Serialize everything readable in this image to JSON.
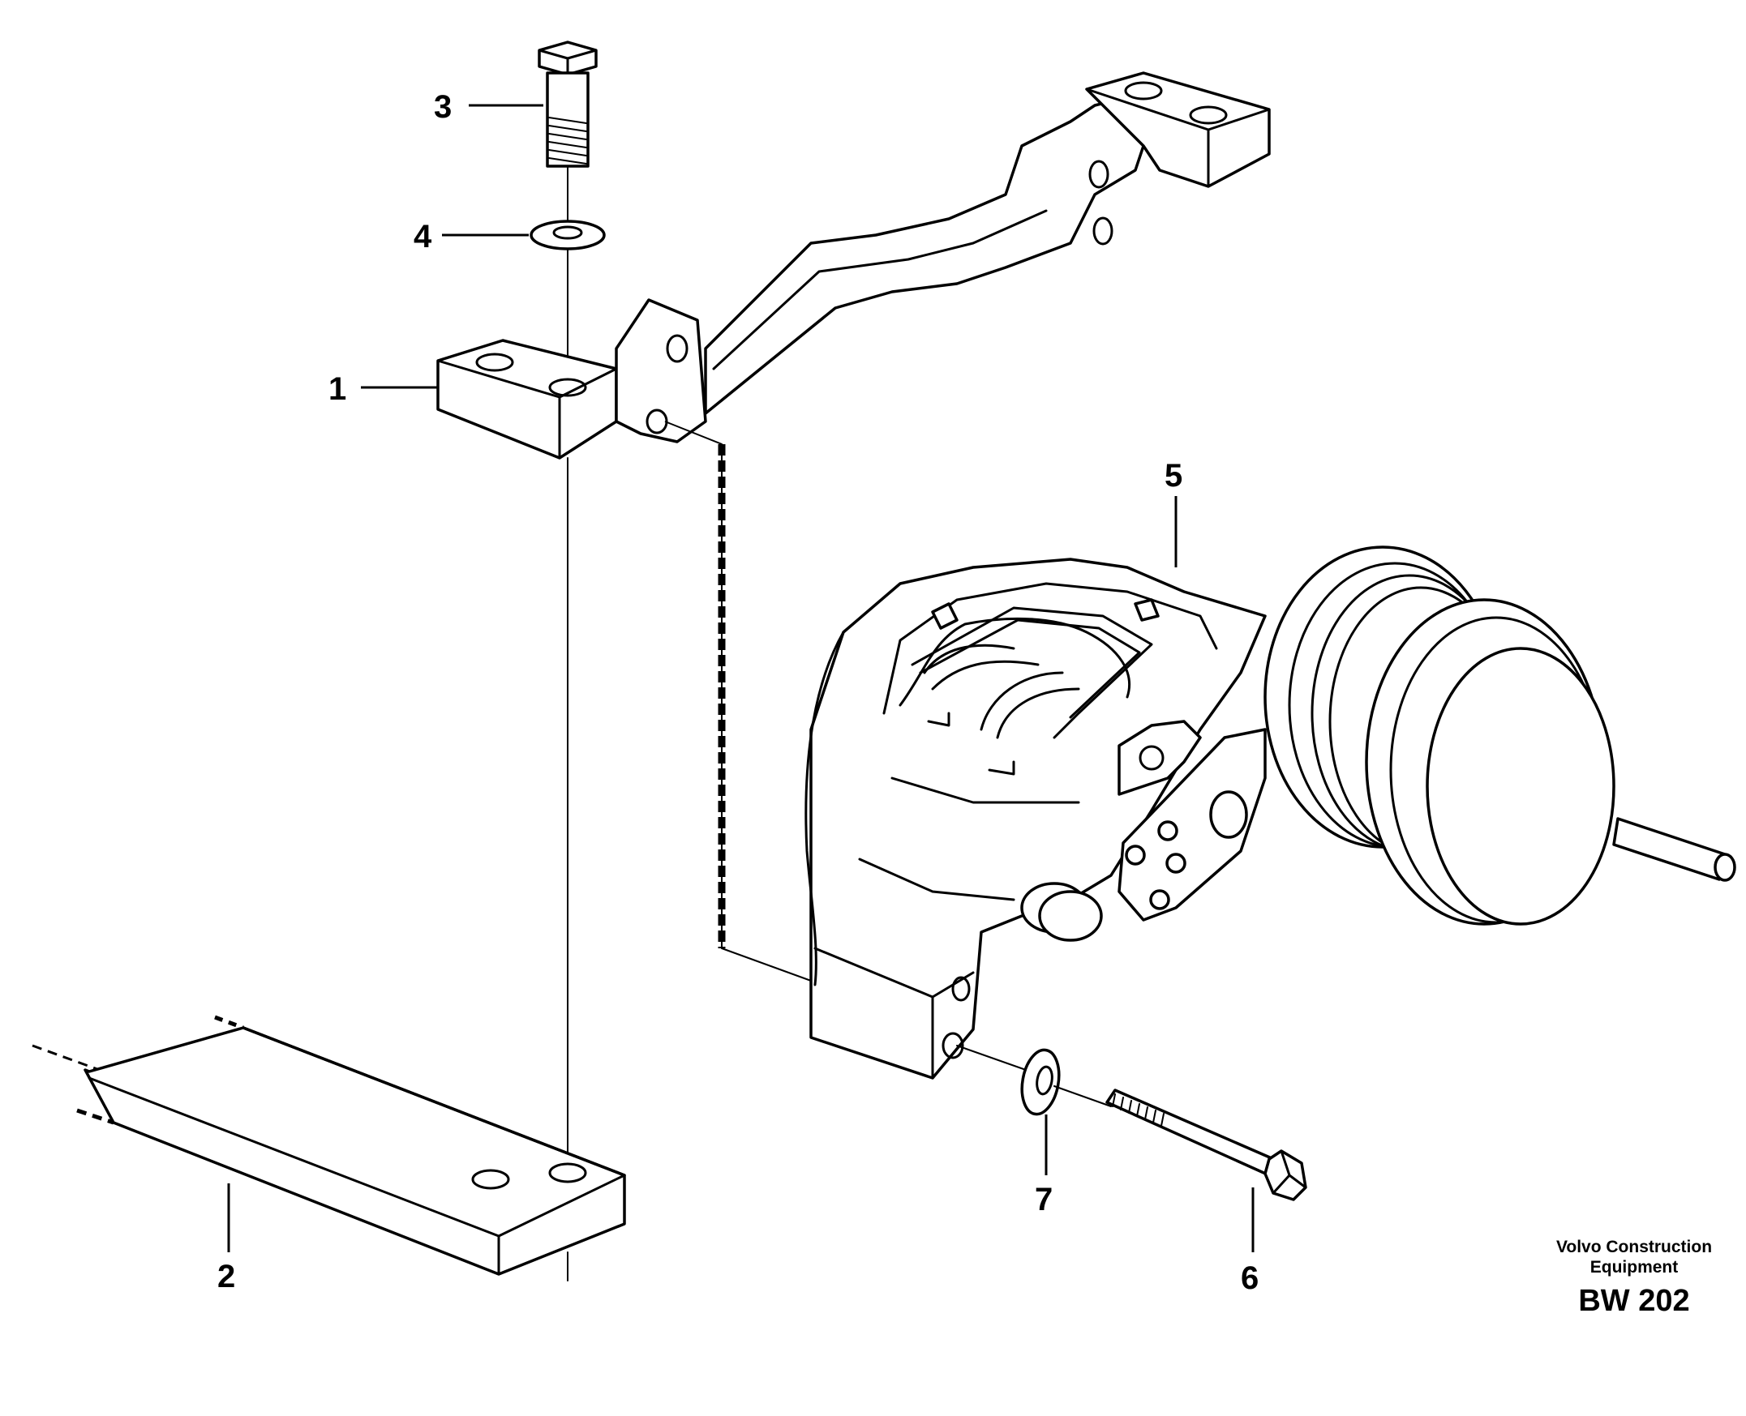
{
  "diagram": {
    "callouts": [
      "1",
      "2",
      "3",
      "4",
      "5",
      "6",
      "7"
    ],
    "brand_line1": "Volvo Construction",
    "brand_line2": "Equipment",
    "model_code": "BW 202"
  }
}
